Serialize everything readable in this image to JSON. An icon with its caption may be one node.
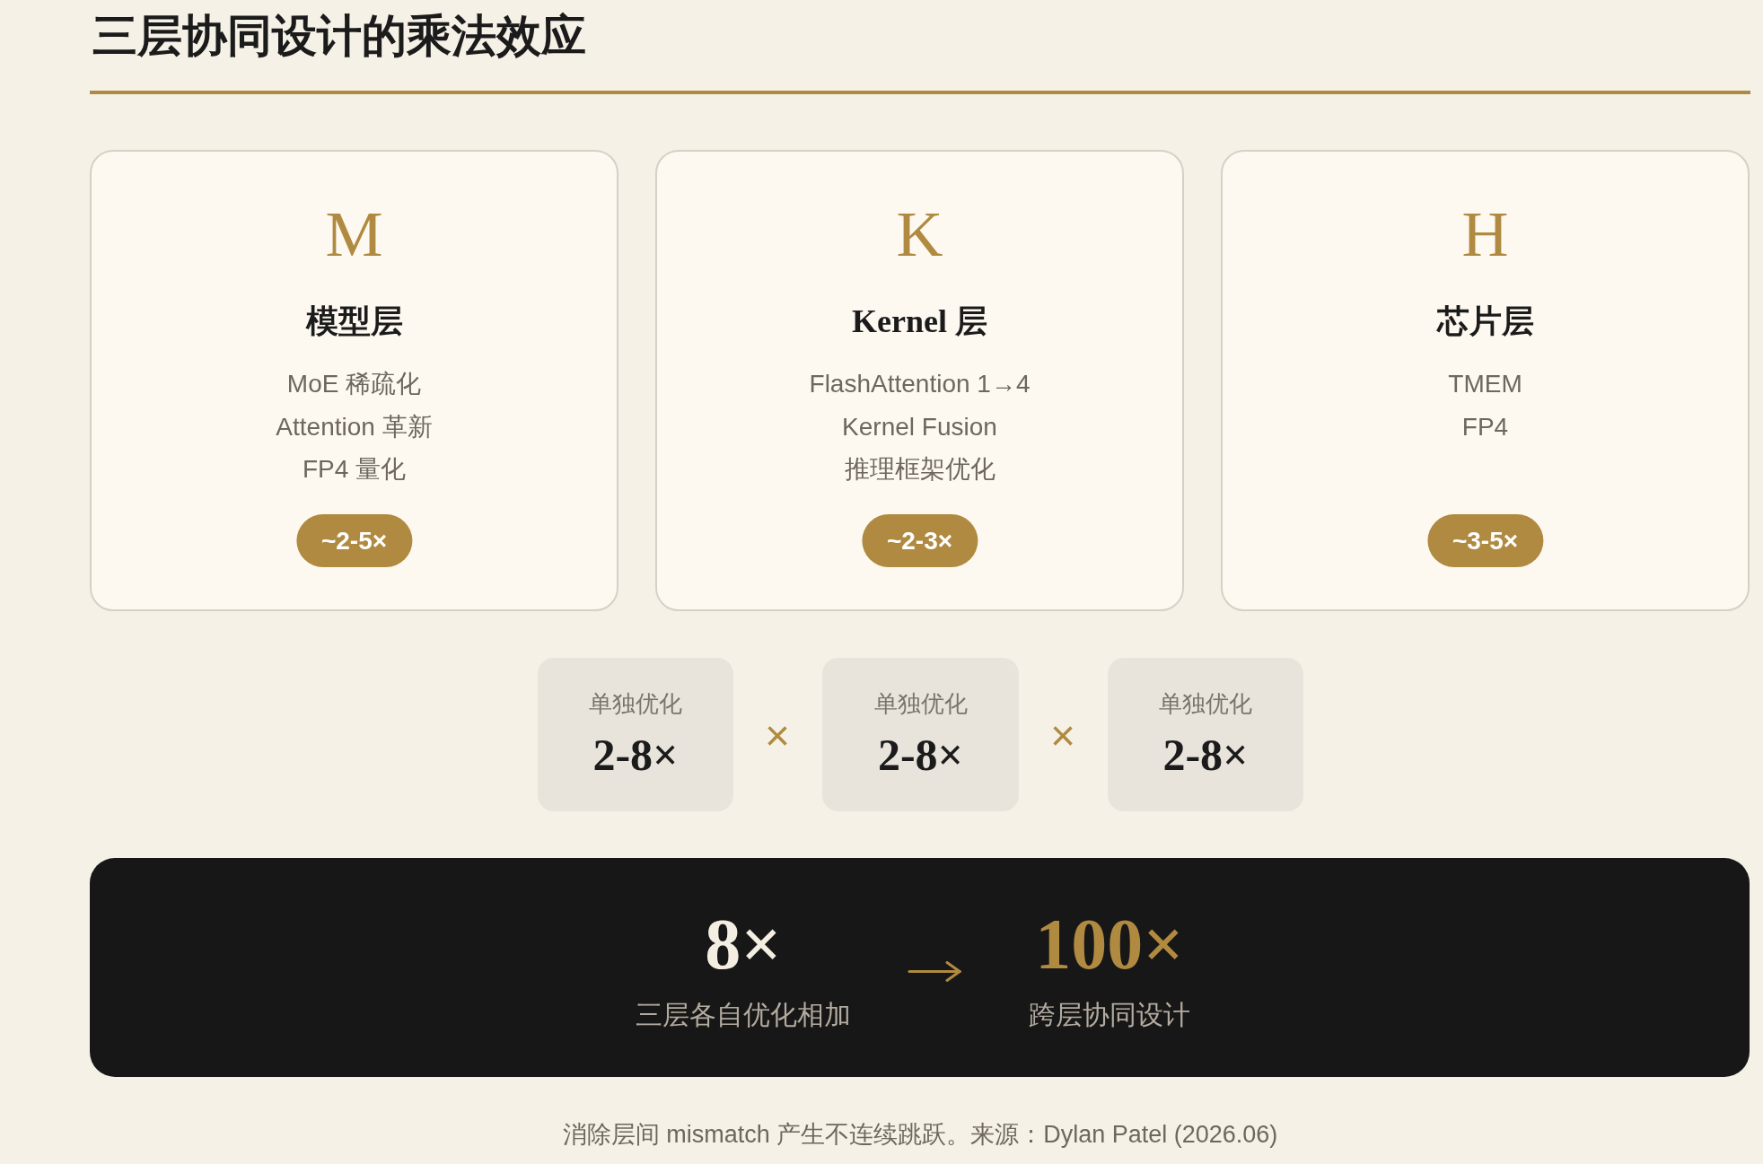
{
  "diagram": {
    "title": "三层协同设计的乘法效应",
    "caption": "消除层间 mismatch 产生不连续跳跃。来源：Dylan Patel (2026.06)",
    "nodes": [
      {
        "text": [
          "M",
          "模型层",
          "MoE 稀疏化",
          "Attention 革新",
          "FP4 量化"
        ]
      },
      {
        "text": [
          "~2-5×"
        ],
        "in": 0
      },
      {
        "text": [
          "K",
          "Kernel 层",
          "FlashAttention 1→4",
          "Kernel Fusion",
          "推理框架优化"
        ]
      },
      {
        "text": [
          "~2-3×"
        ],
        "in": 2
      },
      {
        "text": [
          "H",
          "芯片层",
          "TMEM",
          "FP4"
        ]
      },
      {
        "text": [
          "~3-5×"
        ],
        "in": 4
      },
      {
        "text": [
          "单独优化",
          "2-8×"
        ]
      },
      {
        "text": [
          "单独优化",
          "2-8×"
        ]
      },
      {
        "text": [
          "单独优化",
          "2-8×"
        ]
      },
      {
        "text": [],
        "shape": "box"
      },
      {
        "text": [
          "8×",
          "三层各自优化相加"
        ],
        "in": 9
      },
      {
        "text": [
          "100×",
          "跨层协同设计"
        ],
        "in": 9
      }
    ],
    "edges": [
      {
        "from": 10,
        "to": 11,
        "arrow": "to"
      }
    ],
    "labels": [
      "×",
      "×"
    ]
  }
}
